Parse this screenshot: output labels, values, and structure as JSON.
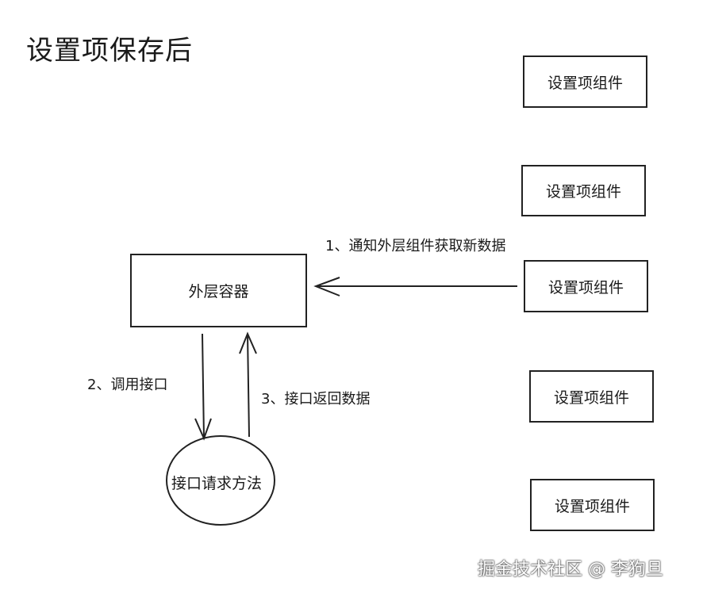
{
  "title": "设置项保存后",
  "container": "外层容器",
  "settings_items": [
    "设置项组件",
    "设置项组件",
    "设置项组件",
    "设置项组件",
    "设置项组件"
  ],
  "api_method": "接口请求方法",
  "arrows": {
    "notify": "1、通知外层组件获取新数据",
    "call": "2、调用接口",
    "return": "3、接口返回数据"
  },
  "watermark": "掘金技术社区 @ 李狗旦"
}
